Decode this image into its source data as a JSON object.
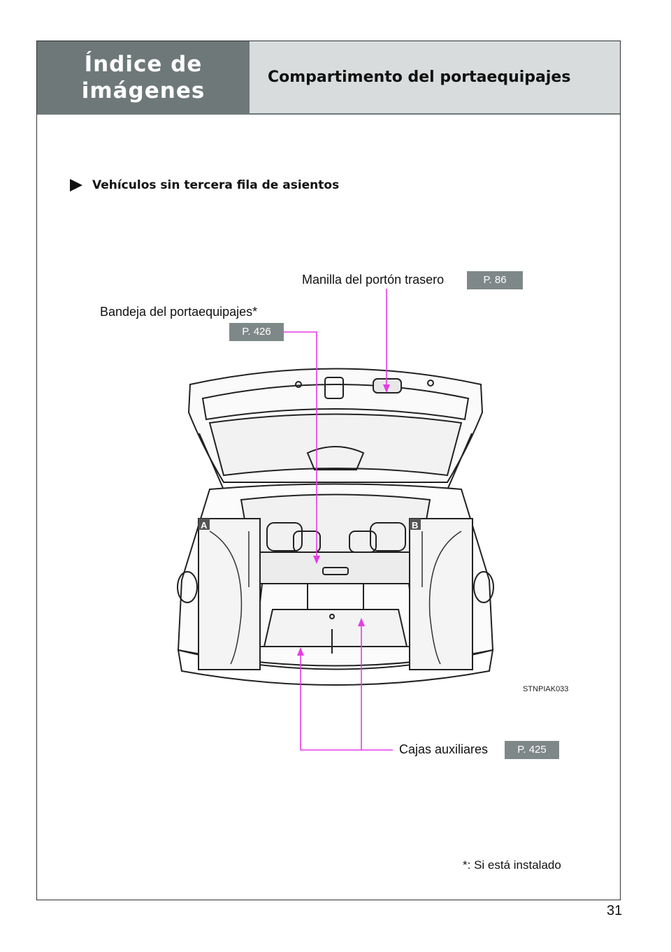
{
  "header": {
    "index_title_line1": "Índice de",
    "index_title_line2": "imágenes",
    "section_title": "Compartimento del portaequipajes"
  },
  "section": {
    "heading": "Vehículos sin tercera fila de asientos"
  },
  "callouts": {
    "tailgate_handle": {
      "label": "Manilla del portón trasero",
      "page_ref": "P. 86"
    },
    "tonneau_cover": {
      "label": "Bandeja del portaequipajes",
      "asterisk": "*",
      "page_ref": "P. 426"
    },
    "auxiliary_boxes": {
      "label": "Cajas auxiliares",
      "page_ref": "P. 425"
    }
  },
  "illustration": {
    "code": "STNPIAK033",
    "inset_a": "A",
    "inset_b": "B",
    "line_color": "#e33ee3"
  },
  "footnote": {
    "asterisk": "*",
    "text": ": Si está instalado"
  },
  "page_number": "31"
}
